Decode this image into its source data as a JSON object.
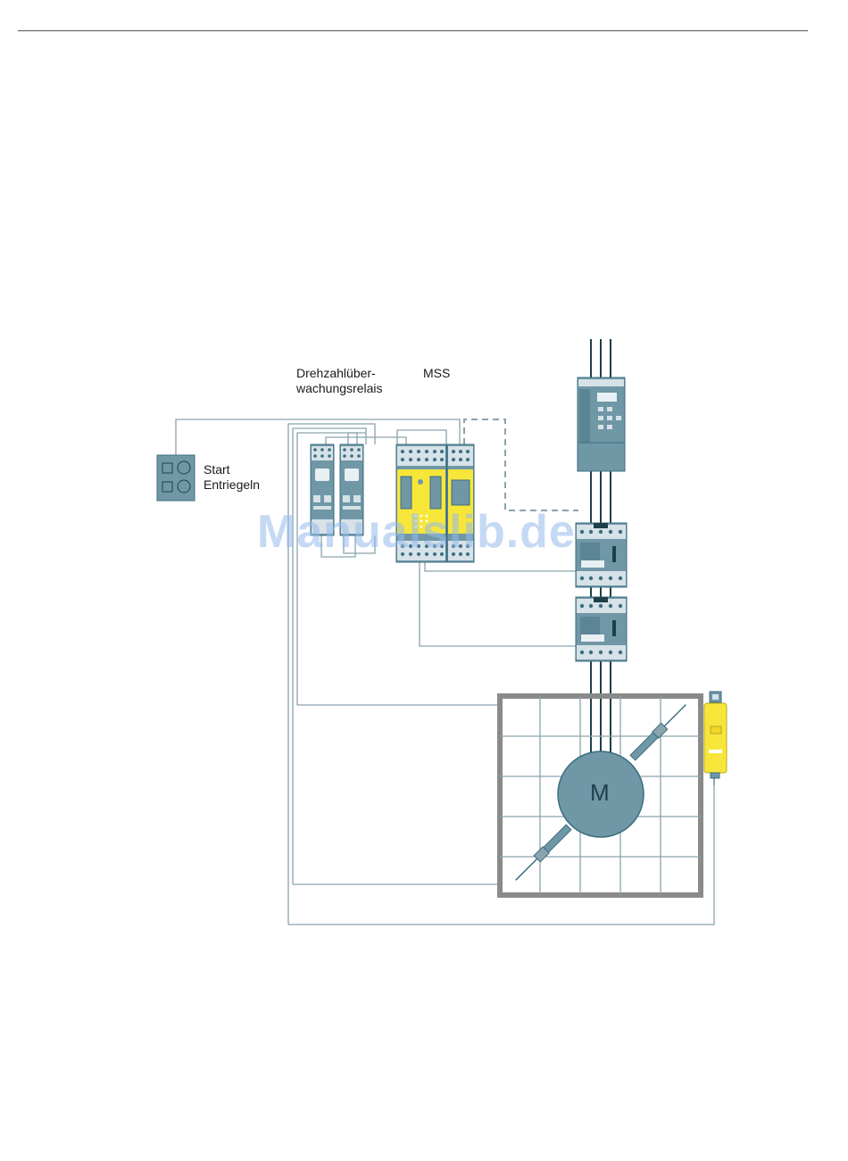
{
  "labels": {
    "relay_line1": "Drehzahlüber-",
    "relay_line2": "wachungsrelais",
    "mss": "MSS",
    "start": "Start",
    "unlock": "Entriegeln",
    "motor": "M"
  },
  "watermark": "Manualslib.de",
  "colors": {
    "device": "#6f97a6",
    "device_stroke": "#3c6e80",
    "terminal": "#d6e2e7",
    "safety_yellow": "#f7e63a",
    "wire": "#8aa3ad",
    "guard_frame": "#8a8a8a",
    "motor_fill": "#6f97a6"
  }
}
